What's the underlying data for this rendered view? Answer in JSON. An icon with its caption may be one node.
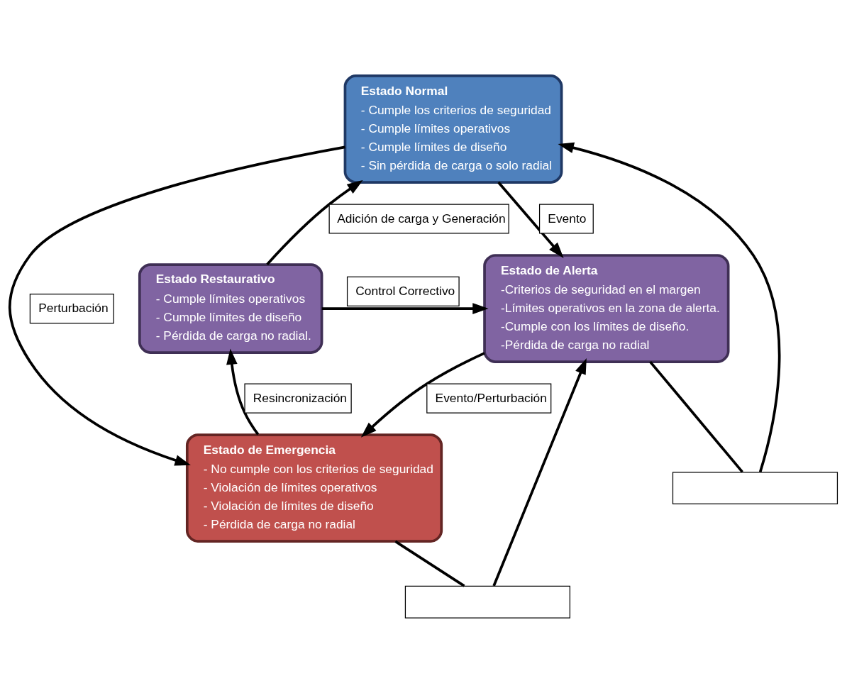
{
  "diagram": {
    "nodes": [
      {
        "text": [
          "Estado Normal",
          "- Cumple los criterios de seguridad",
          "- Cumple límites operativos",
          "- Cumple límites de diseño",
          "- Sin pérdida de carga o solo radial"
        ]
      },
      {
        "text": [
          "Estado Restaurativo",
          "- Cumple límites operativos",
          "- Cumple límites de diseño",
          "- Pérdida de carga no radial."
        ]
      },
      {
        "text": [
          "Estado de Alerta",
          "-Criterios de seguridad en el margen",
          "-Límites operativos en la zona de alerta.",
          "-Cumple con los límites de diseño.",
          "-Pérdida de carga no radial"
        ]
      },
      {
        "text": [
          "Estado de Emergencia",
          "- No cumple con los criterios de seguridad",
          "- Violación de límites operativos",
          "- Violación de límites de diseño",
          "- Pérdida de carga no radial"
        ]
      },
      {
        "text": [],
        "shape": "box"
      },
      {
        "text": [],
        "shape": "box"
      }
    ],
    "edges": [
      {
        "from": 1,
        "to": 0,
        "arrow": "to",
        "label": "Adición de carga y Generación"
      },
      {
        "from": 0,
        "to": 2,
        "arrow": "to",
        "label": "Evento"
      },
      {
        "from": 0,
        "to": 3,
        "arrow": "to",
        "label": "Perturbación"
      },
      {
        "from": 1,
        "to": 2,
        "arrow": "to",
        "label": "Control Correctivo"
      },
      {
        "from": 2,
        "to": 4,
        "arrow": "none"
      },
      {
        "from": 4,
        "to": 0,
        "arrow": "to"
      },
      {
        "from": 3,
        "to": 5,
        "arrow": "none"
      },
      {
        "from": 5,
        "to": 2,
        "arrow": "to"
      },
      {
        "from": 2,
        "to": 3,
        "arrow": "to",
        "label": "Evento/Perturbación"
      },
      {
        "from": 3,
        "to": 1,
        "arrow": "to",
        "label": "Resincronización"
      }
    ]
  }
}
